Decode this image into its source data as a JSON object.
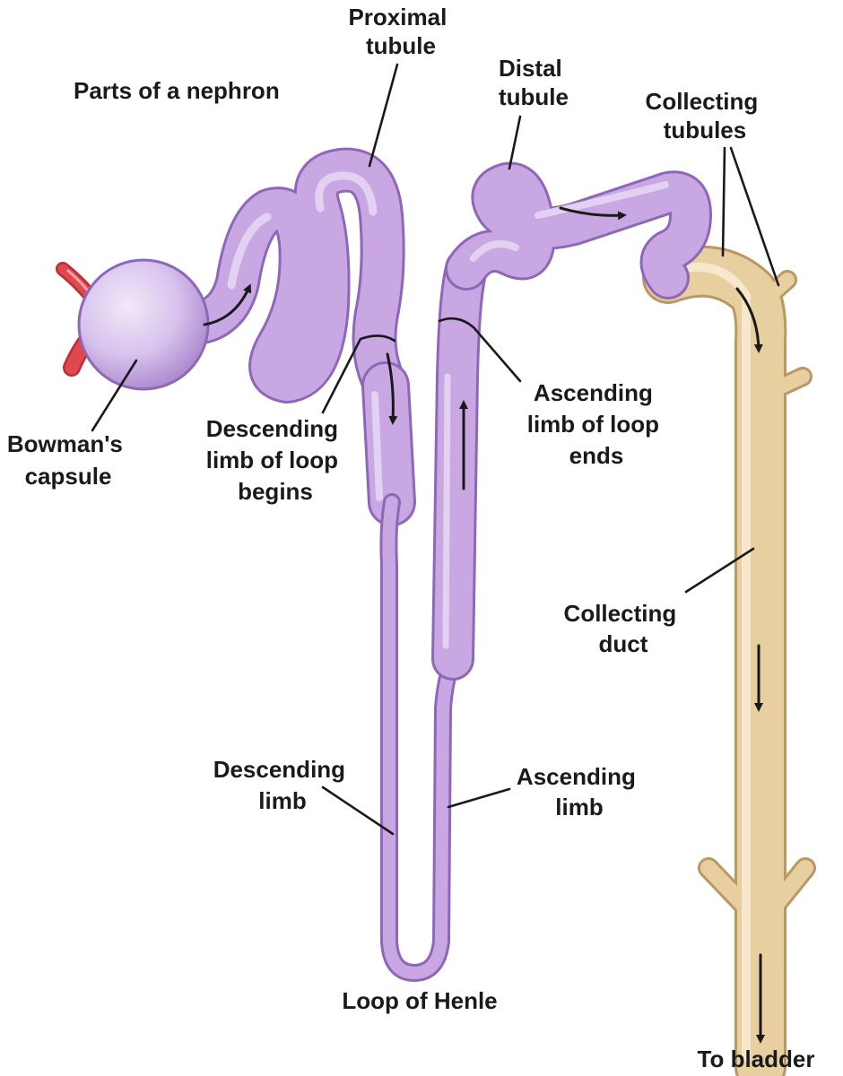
{
  "title": "Parts of a nephron",
  "labels": {
    "proximal_tubule": [
      "Proximal",
      "tubule"
    ],
    "distal_tubule": [
      "Distal",
      "tubule"
    ],
    "collecting_tubules": [
      "Collecting",
      "tubules"
    ],
    "bowmans_capsule": [
      "Bowman's",
      "capsule"
    ],
    "descending_limb_begins": [
      "Descending",
      "limb of loop",
      "begins"
    ],
    "ascending_limb_ends": [
      "Ascending",
      "limb of loop",
      "ends"
    ],
    "collecting_duct": [
      "Collecting",
      "duct"
    ],
    "descending_limb": [
      "Descending",
      "limb"
    ],
    "ascending_limb": [
      "Ascending",
      "limb"
    ],
    "loop_of_henle": "Loop of Henle",
    "to_bladder": "To bladder"
  },
  "colors": {
    "nephron_fill": "#c9a7e3",
    "nephron_edge": "#8e67b8",
    "nephron_highlight": "#e6d6f3",
    "capsule_fill": "#d8c3ee",
    "duct_fill": "#e7cfa0",
    "duct_edge": "#b99864",
    "duct_highlight": "#f6ead0",
    "vessel_fill": "#e0474f",
    "vessel_highlight": "#f6a5a9",
    "ink": "#1a1a1a"
  }
}
